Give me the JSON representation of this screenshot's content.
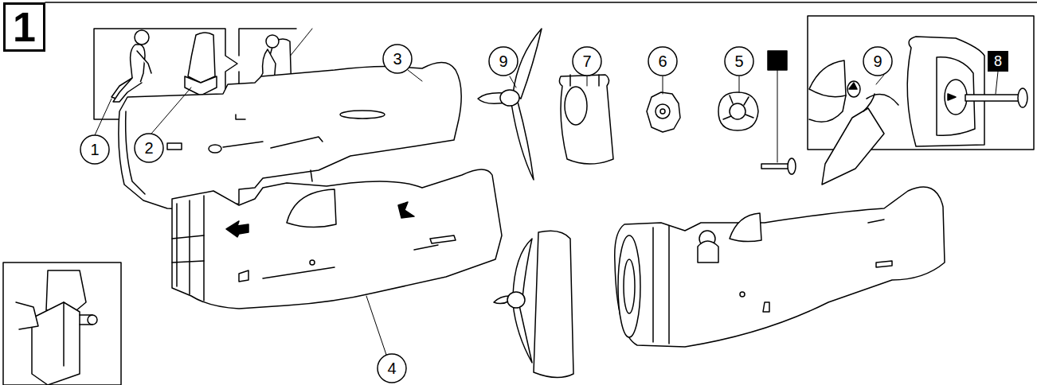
{
  "diagram": {
    "nodes": [
      {
        "text": [
          "1"
        ]
      },
      {
        "text": [
          "3"
        ]
      },
      {
        "text": [
          "9"
        ]
      },
      {
        "text": [
          "7"
        ]
      },
      {
        "text": [
          "6"
        ]
      },
      {
        "text": [
          "5"
        ]
      },
      {
        "text": [
          "9"
        ]
      },
      {
        "text": [
          "8"
        ]
      },
      {
        "text": [
          "1"
        ]
      },
      {
        "text": [
          "2"
        ]
      },
      {
        "text": [
          "4"
        ]
      }
    ]
  }
}
